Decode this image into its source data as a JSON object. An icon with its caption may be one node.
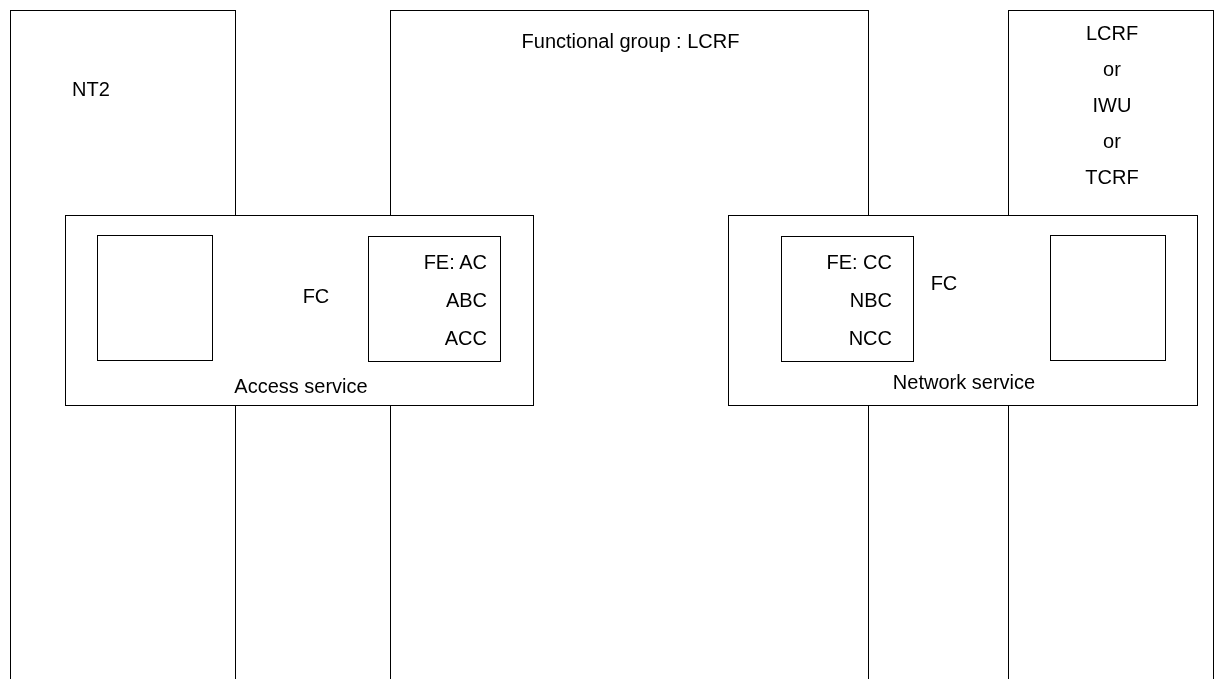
{
  "diagram": {
    "nodes": [
      {
        "text": [
          "NT2"
        ]
      },
      {
        "text": [
          "Functional group : LCRF"
        ]
      },
      {
        "text": [
          "LCRF or IWU or TCRF"
        ]
      },
      {
        "text": [
          "FC",
          "Access service"
        ]
      },
      {
        "text": [],
        "shape": "box"
      },
      {
        "text": [
          "FE: AC ABC ACC"
        ],
        "in": 3
      },
      {
        "text": [
          "FC",
          "Network service"
        ]
      },
      {
        "text": [
          "FE: CC NBC NCC"
        ],
        "in": 6
      },
      {
        "text": [],
        "shape": "box"
      }
    ]
  }
}
